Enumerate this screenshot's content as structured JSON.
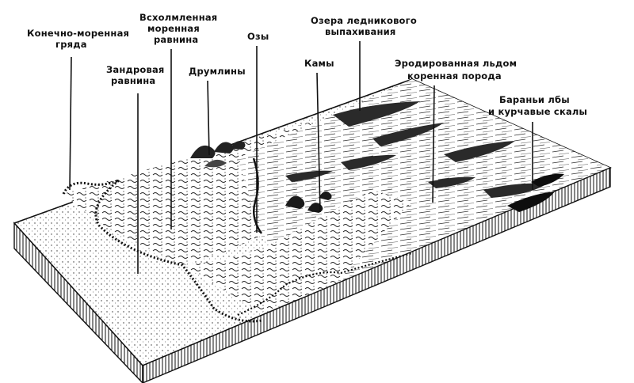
{
  "diagram": {
    "labels": {
      "terminal_moraine": [
        "Конечно-моренная",
        "гряда"
      ],
      "outwash_plain": [
        "Зандровая",
        "равнина"
      ],
      "hummocky_moraine": [
        "Всхолмленная",
        "моренная",
        "равнина"
      ],
      "drumlins": [
        "Друмлины"
      ],
      "eskers": [
        "Озы"
      ],
      "kames": [
        "Камы"
      ],
      "glacial_lakes": [
        "Озера ледникового",
        "выпахивания"
      ],
      "eroded_bedrock": [
        "Эродированная льдом",
        "коренная порода"
      ],
      "roches_moutonnees": [
        "Бараньи лбы",
        "и курчавые скалы"
      ]
    }
  }
}
